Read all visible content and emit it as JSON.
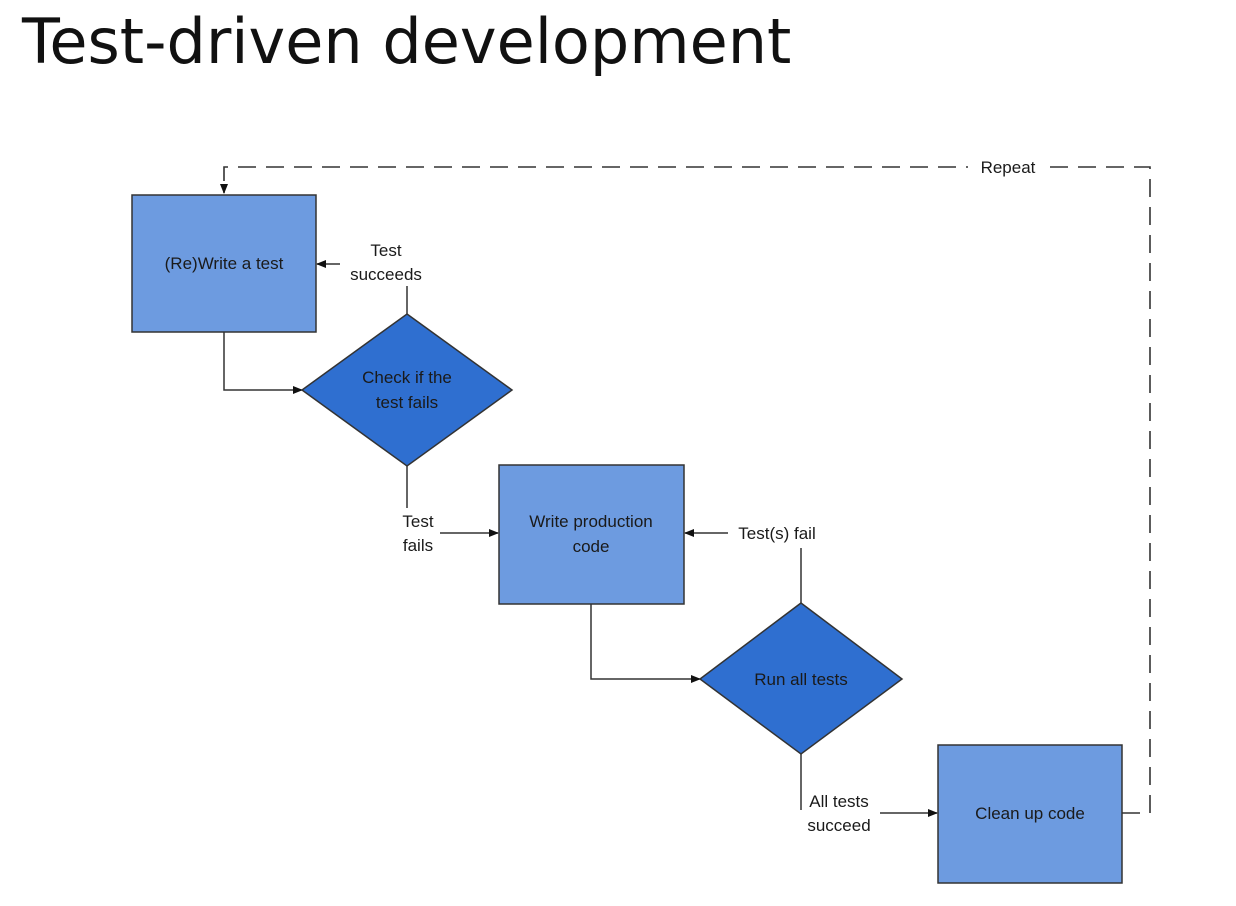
{
  "slide": {
    "title": "Test-driven development"
  },
  "diagram": {
    "nodes": {
      "write_test": {
        "line1": "(Re)Write a test"
      },
      "check_fails": {
        "line1": "Check if the",
        "line2": "test fails"
      },
      "write_code": {
        "line1": "Write production",
        "line2": "code"
      },
      "run_tests": {
        "line1": "Run all tests"
      },
      "clean_up": {
        "line1": "Clean up code"
      }
    },
    "edges": {
      "test_succeeds": {
        "line1": "Test",
        "line2": "succeeds"
      },
      "test_fails": {
        "line1": "Test",
        "line2": "fails"
      },
      "tests_fail": {
        "line1": "Test(s) fail"
      },
      "all_succeed": {
        "line1": "All tests",
        "line2": "succeed"
      },
      "repeat": {
        "line1": "Repeat"
      }
    },
    "colors": {
      "box_fill": "#6d9be0",
      "diamond_fill": "#2f6fd0",
      "stroke": "#333333"
    }
  }
}
